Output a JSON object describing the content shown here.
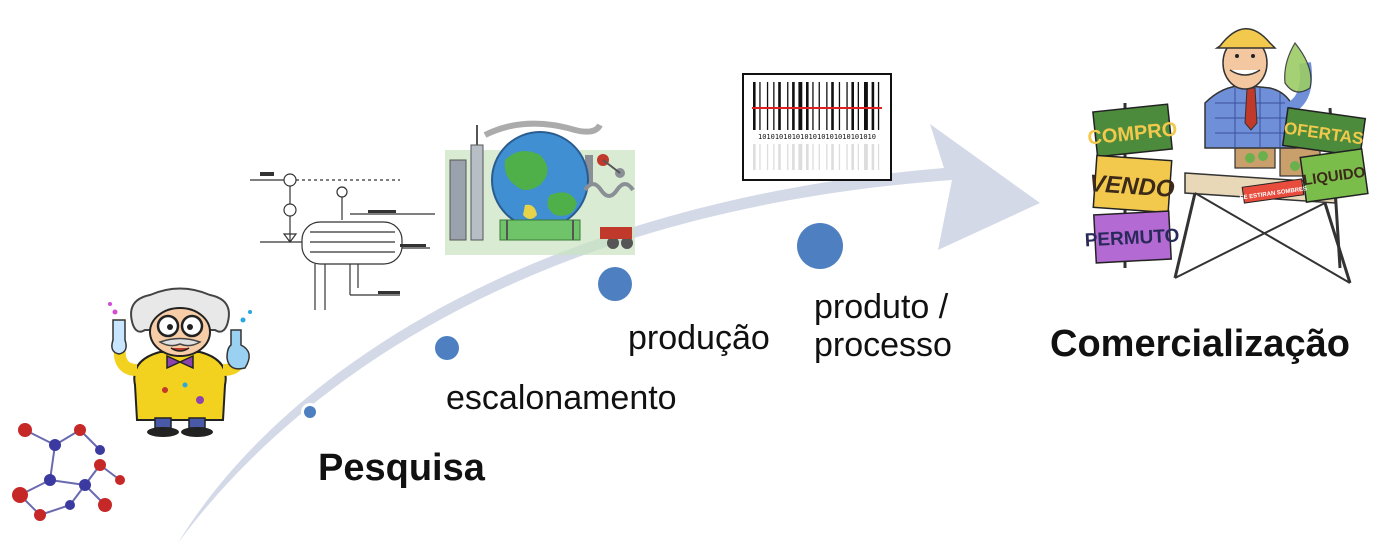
{
  "stages": [
    {
      "id": "research",
      "label": "Pesquisa"
    },
    {
      "id": "scaleup",
      "label": "escalonamento"
    },
    {
      "id": "production",
      "label": "produção"
    },
    {
      "id": "product",
      "label_line1": "produto /",
      "label_line2": "processo"
    },
    {
      "id": "commercial",
      "label": "Comercialização"
    }
  ],
  "arrow_color": "#d3d9e7",
  "dot_color": "#4e7fc0",
  "barcode": {
    "digits": "1010101010101010101010101010"
  },
  "vendor_signs": [
    "COMPRO",
    "VENDO",
    "PERMUTO",
    "OFERTAS",
    "LIQUIDO",
    "SE ESTIRAN SOMBRES"
  ],
  "icons": [
    "molecule-icon",
    "scientist-icon",
    "process-schematic-icon",
    "industrial-globe-icon",
    "barcode-icon",
    "market-vendor-icon"
  ]
}
